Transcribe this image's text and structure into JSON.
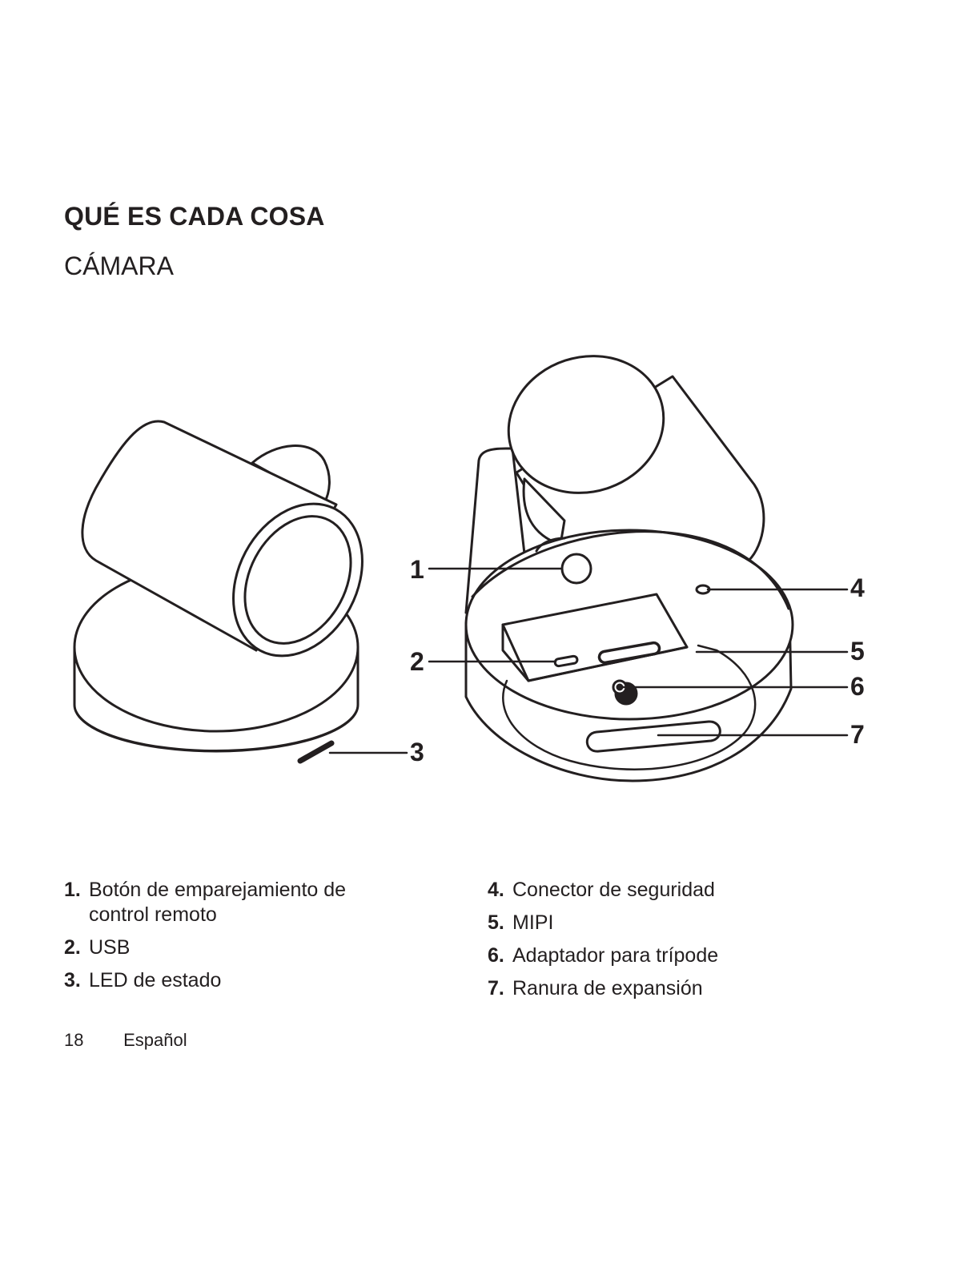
{
  "heading": {
    "title": "QUÉ ES CADA COSA",
    "subtitle": "CÁMARA"
  },
  "callouts": [
    "1",
    "2",
    "3",
    "4",
    "5",
    "6",
    "7"
  ],
  "legend": {
    "left": [
      {
        "number": "1.",
        "text": "Botón de emparejamiento de control remoto"
      },
      {
        "number": "2.",
        "text": "USB"
      },
      {
        "number": "3.",
        "text": "LED de estado"
      }
    ],
    "right": [
      {
        "number": "4.",
        "text": "Conector de seguridad"
      },
      {
        "number": "5.",
        "text": "MIPI"
      },
      {
        "number": "6.",
        "text": "Adaptador para trípode"
      },
      {
        "number": "7.",
        "text": "Ranura de expansión"
      }
    ]
  },
  "footer": {
    "page_number": "18",
    "language": "Español"
  },
  "colors": {
    "ink": "#231f20",
    "background": "#ffffff"
  }
}
